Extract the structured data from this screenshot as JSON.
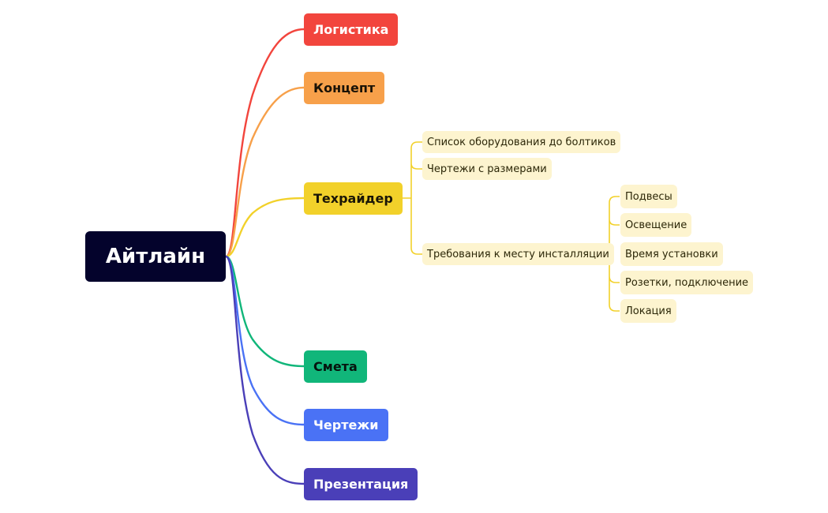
{
  "root": {
    "label": "Айтлайн"
  },
  "branches": [
    {
      "label": "Логистика",
      "color": "#f2453d",
      "text_color": "#ffffff"
    },
    {
      "label": "Концепт",
      "color": "#f7a04a",
      "text_color": "#1a1206"
    },
    {
      "label": "Техрайдер",
      "color": "#f2d12a",
      "text_color": "#1a1606"
    },
    {
      "label": "Смета",
      "color": "#11b67a",
      "text_color": "#06140e"
    },
    {
      "label": "Чертежи",
      "color": "#4a72f5",
      "text_color": "#ffffff"
    },
    {
      "label": "Презентация",
      "color": "#4a3fb8",
      "text_color": "#ffffff"
    }
  ],
  "techrider": {
    "items": [
      {
        "label": "Список оборудования до болтиков"
      },
      {
        "label": "Чертежи с размерами"
      },
      {
        "label": "Требования к месту инсталляции"
      }
    ],
    "requirements": [
      {
        "label": "Подвесы"
      },
      {
        "label": "Освещение"
      },
      {
        "label": "Время установки"
      },
      {
        "label": "Розетки, подключение"
      },
      {
        "label": "Локация"
      }
    ]
  },
  "colors": {
    "root_bg": "#04032c",
    "root_text": "#ffffff",
    "leaf_bg": "#fdf4cf",
    "leaf_connector": "#f2d12a"
  }
}
